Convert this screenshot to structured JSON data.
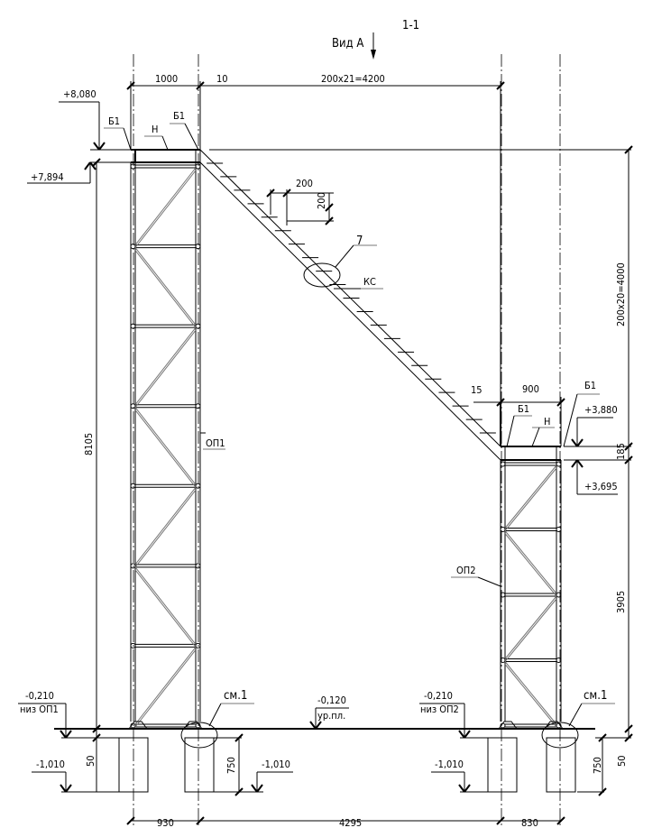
{
  "title": "1-1",
  "view_label": "Вид А",
  "dims": {
    "top_1000": "1000",
    "top_10": "10",
    "top_steps": "200x21=4200",
    "step_w": "200",
    "step_h": "200",
    "right_steps": "200x20=4000",
    "op2_15": "15",
    "op2_900": "900",
    "op2_185": "185",
    "op2_3905": "3905",
    "op1_8105": "8105",
    "found_50_left": "50",
    "found_750_left": "750",
    "found_750_right": "750",
    "found_50_right": "50",
    "bottom_930": "930",
    "bottom_4295": "4295",
    "bottom_830": "830"
  },
  "levels": {
    "op1_top": "+8,080",
    "op1_cap": "+7,894",
    "op2_top": "+3,880",
    "op2_cap": "+3,695",
    "op1_bottom": "-0,210",
    "op1_bottom_note": "низ ОП1",
    "op2_bottom": "-0,210",
    "op2_bottom_note": "низ ОП2",
    "floor": "-0,120",
    "floor_note": "ур.пл.",
    "found_left_1": "-1,010",
    "found_left_2": "-1,010",
    "found_right": "-1,010"
  },
  "labels": {
    "b1_a": "Б1",
    "b1_b": "Б1",
    "n_1": "Н",
    "b1_c": "Б1",
    "b1_d": "Б1",
    "n_2": "Н",
    "ladder": "КС",
    "callout": "7",
    "op1": "ОП1",
    "op2": "ОП2",
    "see1_a": "см.1",
    "see1_b": "см.1"
  }
}
